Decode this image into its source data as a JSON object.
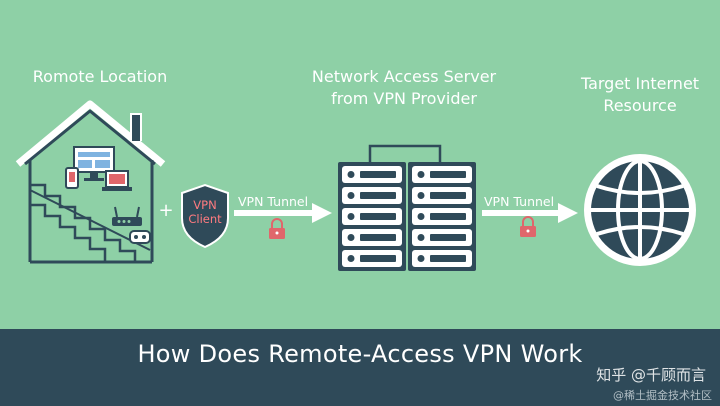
{
  "labels": {
    "remote": "Romote Location",
    "nas_line1": "Network Access Server",
    "nas_line2": "from VPN Provider",
    "target_line1": "Target Internet",
    "target_line2": "Resource",
    "vpn_client_line1": "VPN",
    "vpn_client_line2": "Client",
    "plus": "+",
    "tunnel1": "VPN Tunnel",
    "tunnel2": "VPN Tunnel"
  },
  "banner": {
    "title": "How Does Remote-Access VPN  Work"
  },
  "watermark": {
    "line1": "知乎 @千顾而言",
    "line2": "@稀土掘金技术社区"
  },
  "colors": {
    "background": "#8ed0a6",
    "banner": "#2f4a59",
    "dark": "#2f4a59",
    "accent_red": "#e0666b",
    "white": "#ffffff"
  },
  "icons": [
    "house-icon",
    "shield-icon",
    "lock-icon",
    "server-rack-icon",
    "globe-icon",
    "arrow-icon"
  ]
}
